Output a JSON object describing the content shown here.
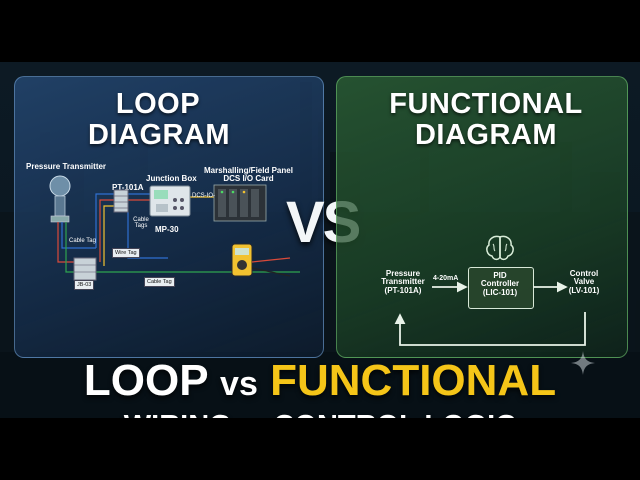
{
  "loop": {
    "heading_line1": "LOOP",
    "heading_line2": "DIAGRAM",
    "pressure_transmitter": "Pressure Transmitter",
    "pt_tag": "PT-101A",
    "junction_box": "Junction Box",
    "marshalling_line1": "Marshalling/Field Panel",
    "marshalling_line2": "DCS I/O Card",
    "dcs_io": "DCS-IO-",
    "mp_tag": "MP-30",
    "cable_tag_1": "Cable Tag",
    "cable_tags": "Cable Tags",
    "wire_tag": "Wire Tag",
    "jb_tag": "JB-03",
    "cable_tag_2": "Cable Tag"
  },
  "vs_label": "VS",
  "functional": {
    "heading_line1": "FUNCTIONAL",
    "heading_line2": "DIAGRAM",
    "transmitter_line1": "Pressure",
    "transmitter_line2": "Transmitter",
    "transmitter_tag": "(PT-101A)",
    "signal_label": "4-20mA",
    "controller_line1": "PID",
    "controller_line2": "Controller",
    "controller_tag": "(LIC-101)",
    "valve_line1": "Control",
    "valve_line2": "Valve",
    "valve_tag": "(LV-101)"
  },
  "title": {
    "word1": "LOOP",
    "vs": "vs",
    "word2": "FUNCTIONAL"
  },
  "subtitle": {
    "word1": "WIRING",
    "vs": "vs",
    "word2": "CONTROL LOGIC"
  },
  "colors": {
    "accent_yellow": "#f5c518",
    "left_panel": "#264a76",
    "right_panel": "#2c6034"
  },
  "icons": [
    "brain-icon",
    "sparkle-icon",
    "multimeter-icon",
    "dcs-card-icon",
    "transmitter-icon"
  ]
}
